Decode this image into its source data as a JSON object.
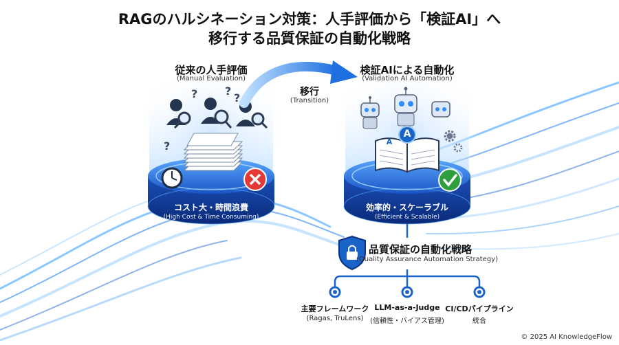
{
  "title": {
    "line1": "RAGのハルシネーション対策：人手評価から「検証AI」へ",
    "line2": "移行する品質保証の自動化戦略"
  },
  "left_panel": {
    "heading": "従来の人手評価",
    "heading_en": "(Manual Evaluation)",
    "base_label": "コスト大・時間浪費",
    "base_label_en": "(High Cost & Time Consuming)",
    "icons": [
      "person-icon",
      "magnifier-icon",
      "question-mark-icon",
      "document-stack-icon",
      "clock-icon",
      "x-mark-icon"
    ]
  },
  "transition": {
    "label": "移行",
    "label_en": "(Transition)"
  },
  "right_panel": {
    "heading": "検証AIによる自動化",
    "heading_en": "(Validation AI Automation)",
    "base_label": "効率的・スケーラブル",
    "base_label_en": "(Efficient & Scalable)",
    "book_letters": [
      "A",
      "A"
    ],
    "icons": [
      "robot-icon",
      "gear-icon",
      "open-book-icon",
      "check-mark-icon"
    ]
  },
  "strategy": {
    "heading": "品質保証の自動化戦略",
    "heading_en": "(Quality Assurance Automation Strategy)",
    "items": [
      {
        "label": "主要フレームワーク",
        "sub": "(Ragas, TruLens)"
      },
      {
        "label": "LLM-as-a-Judge",
        "sub": "(信頼性・バイアス管理)"
      },
      {
        "label": "CI/CDパイプライン",
        "sub": "統合"
      }
    ]
  },
  "copyright": "© 2025 AI KnowledgeFlow",
  "colors": {
    "accent_blue": "#1a63c7",
    "deep_blue": "#0b2f86",
    "red": "#e53935",
    "green": "#2e9e3e"
  }
}
